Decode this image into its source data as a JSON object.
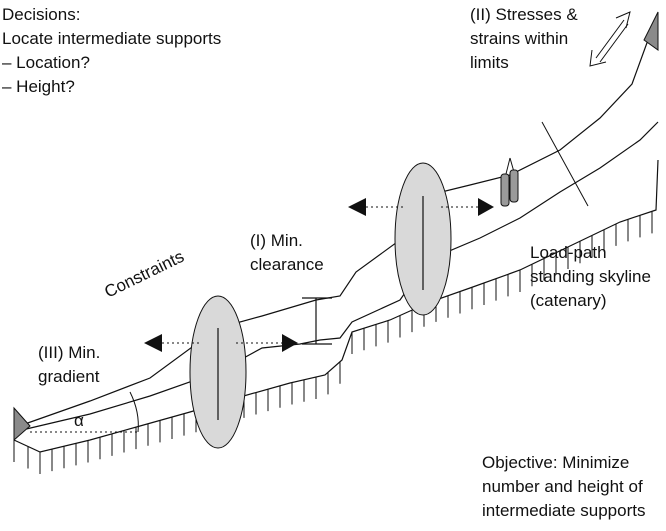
{
  "decisions": {
    "lines": [
      "Decisions:",
      "Locate intermediate supports",
      "– Location?",
      "– Height?"
    ]
  },
  "stresses": {
    "lines": [
      "(II) Stresses &",
      "strains within",
      "limits"
    ]
  },
  "min_clearance": {
    "lines": [
      "(I) Min.",
      "clearance"
    ]
  },
  "constraints": {
    "label": "Constraints"
  },
  "load_path": {
    "lines": [
      "Load-path",
      "standing skyline",
      "(catenary)"
    ]
  },
  "min_gradient": {
    "lines": [
      "(III) Min.",
      "gradient"
    ]
  },
  "angle": {
    "symbol": "α"
  },
  "objective": {
    "lines": [
      "Objective: Minimize",
      "number and height of",
      "intermediate supports"
    ]
  },
  "colors": {
    "line": "#111111",
    "ellipse_fill": "#d9d9d9",
    "anchor_fill": "#8a8a8a",
    "carriage_fill": "#9a9a9a"
  }
}
